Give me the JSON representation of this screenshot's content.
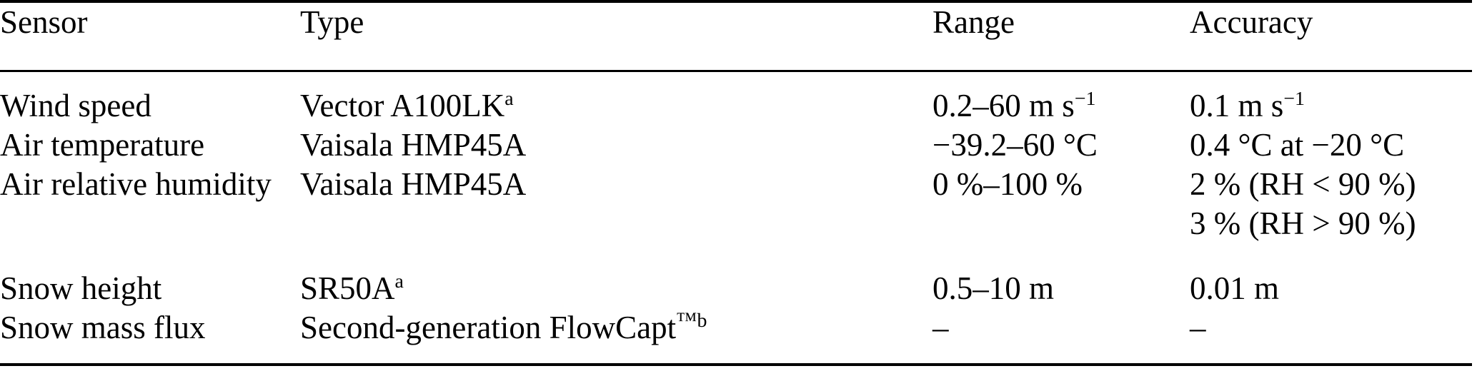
{
  "table": {
    "columns": [
      {
        "key": "sensor",
        "label": "Sensor"
      },
      {
        "key": "type",
        "label": "Type"
      },
      {
        "key": "range",
        "label": "Range"
      },
      {
        "key": "accuracy",
        "label": "Accuracy"
      }
    ],
    "rows": [
      {
        "sensor": "Wind speed",
        "type_text": "Vector A100LK",
        "type_superscript": "a",
        "range": "0.2–60 m s",
        "range_superscript": "−1",
        "accuracy": "0.1 m s",
        "accuracy_superscript": "−1"
      },
      {
        "sensor": "Air temperature",
        "type_text": "Vaisala HMP45A",
        "type_superscript": "",
        "range": "−39.2–60 °C",
        "range_superscript": "",
        "accuracy": "0.4 °C at −20 °C",
        "accuracy_superscript": ""
      },
      {
        "sensor": "Air relative humidity",
        "type_text": "Vaisala HMP45A",
        "type_superscript": "",
        "range": "0 %–100 %",
        "range_superscript": "",
        "accuracy": "2 % (RH < 90 %)",
        "accuracy_superscript": ""
      },
      {
        "sensor": "",
        "type_text": "",
        "type_superscript": "",
        "range": "",
        "range_superscript": "",
        "accuracy": "3 % (RH > 90 %)",
        "accuracy_superscript": ""
      },
      {
        "sensor": "Snow height",
        "type_text": "SR50A",
        "type_superscript": "a",
        "range": "0.5–10 m",
        "range_superscript": "",
        "accuracy": "0.01 m",
        "accuracy_superscript": ""
      },
      {
        "sensor": "Snow mass flux",
        "type_text": "Second-generation FlowCapt",
        "type_trademark": "™",
        "type_superscript": "b",
        "range": "–",
        "range_superscript": "",
        "accuracy": "–",
        "accuracy_superscript": ""
      }
    ]
  },
  "style": {
    "text_color": "#000000",
    "background_color": "#ffffff",
    "rule_color": "#000000"
  }
}
